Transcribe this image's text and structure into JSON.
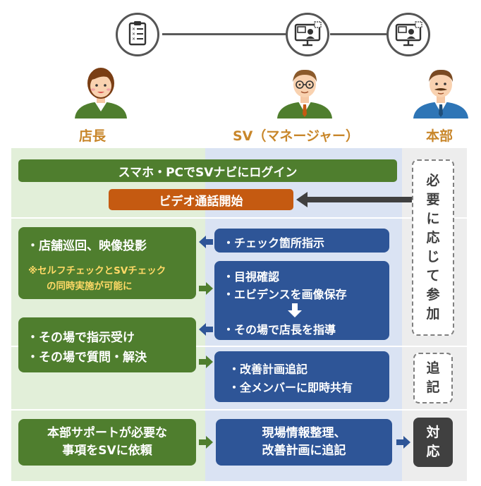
{
  "colors": {
    "green": "#4f7e2e",
    "blue": "#2e5597",
    "orange": "#c55a11",
    "dark": "#404040",
    "green_lane": "#e2efd9",
    "blue_lane": "#dae3f3",
    "gray_lane": "#ededed",
    "role_text": "#c8862a",
    "note_text": "#ffd966"
  },
  "icons": {
    "checklist": "clipboard-checklist-icon",
    "monitor_sv": "monitor-video-call-icon",
    "monitor_hq": "monitor-video-call-icon"
  },
  "roles": {
    "store": "店長",
    "sv": "SV（マネージャー）",
    "hq": "本部"
  },
  "steps": {
    "login": "スマホ・PCでSVナビにログイン",
    "video_start": "ビデオ通話開始",
    "store_tour": "・店舗巡回、映像投影",
    "self_check_note_1": "※セルフチェックとSVチェック",
    "self_check_note_2": "の同時実施が可能に",
    "check_point": "・チェック箇所指示",
    "visual_confirm": "・目視確認",
    "save_evidence": "・エビデンスを画像保存",
    "guide_store": "・その場で店長を指導",
    "receive_instruction": "・その場で指示受け",
    "qa": "・その場で質問・解決",
    "plan_append": "・改善計画追記",
    "share_members": "・全メンバーに即時共有",
    "request_hq_1": "本部サポートが必要な",
    "request_hq_2": "事項をSVに依頼",
    "organize_1": "現場情報整理、",
    "organize_2": "改善計画に追記"
  },
  "hq_boxes": {
    "participate": [
      "必",
      "要",
      "に",
      "応",
      "じ",
      "て",
      "参",
      "加"
    ],
    "append": [
      "追",
      "記"
    ],
    "respond": [
      "対",
      "応"
    ]
  }
}
